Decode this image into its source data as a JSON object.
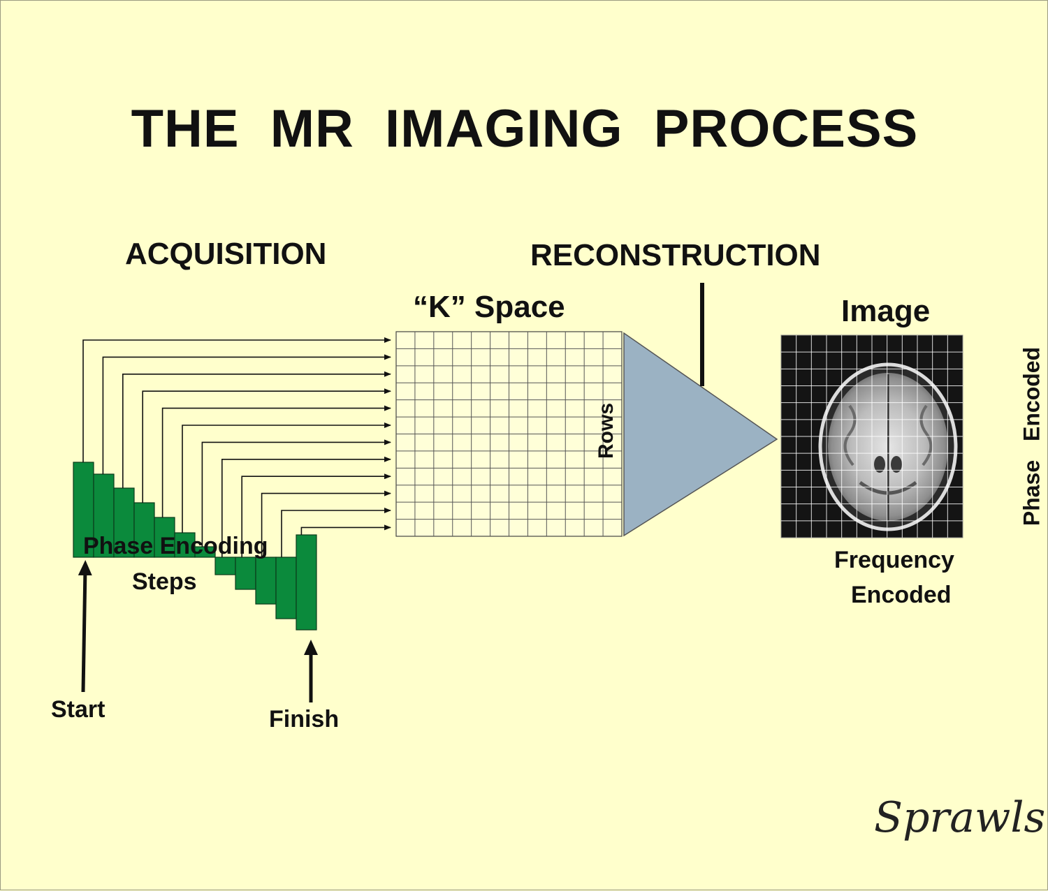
{
  "title": "THE MR IMAGING PROCESS",
  "sections": {
    "acquisition": "ACQUISITION",
    "reconstruction": "RECONSTRUCTION"
  },
  "kspace": {
    "label": "“K” Space",
    "rows_label": "Rows"
  },
  "image": {
    "label": "Image",
    "frequency_label_line1": "Frequency",
    "frequency_label_line2": "Encoded",
    "phase_label": "Phase Encoded"
  },
  "phase_encoding": {
    "label_line1": "Phase Encoding",
    "label_line2": "Steps",
    "start_label": "Start",
    "finish_label": "Finish"
  },
  "signature": "Sprawls",
  "colors": {
    "background": "#ffffcc",
    "step_fill": "#0b8a3c",
    "reconstruction_fill": "#9bb2c3",
    "image_background": "#141414"
  },
  "icons": [
    "brain-scan-icon"
  ]
}
